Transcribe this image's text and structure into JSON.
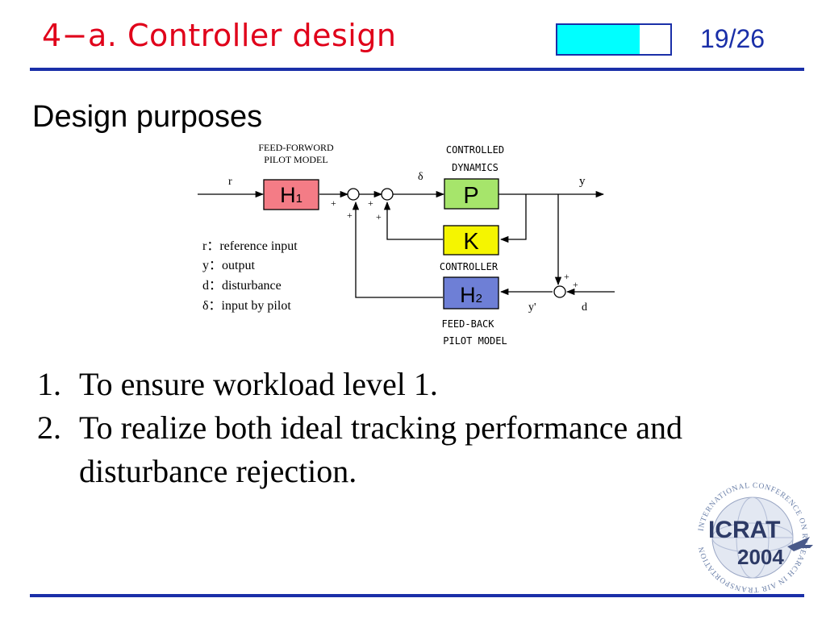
{
  "slide": {
    "title": "4−a. Controller design",
    "page_number": "19/26",
    "progress_fraction": 0.73
  },
  "heading": "Design purposes",
  "diagram": {
    "feedforward_caption_line1": "FEED-FORWORD",
    "feedforward_caption_line2": "PILOT MODEL",
    "controlled_caption_line1": "CONTROLLED",
    "controlled_caption_line2": "DYNAMICS",
    "controller_caption": "CONTROLLER",
    "feedback_caption_line1": "FEED-BACK",
    "feedback_caption_line2": "PILOT MODEL",
    "block_h1": "H1",
    "block_p": "P",
    "block_k": "K",
    "block_h2": "H2",
    "signal_r": "r",
    "signal_delta": "δ",
    "signal_y": "y",
    "signal_y_prime": "y'",
    "signal_d": "d",
    "plus": "+",
    "legend": [
      "r：reference input",
      "y：output",
      "d：disturbance",
      "δ：input by pilot"
    ],
    "colors": {
      "h1": "#f47c86",
      "p": "#a6e56b",
      "k": "#f5f500",
      "h2": "#6e7fd6"
    }
  },
  "purposes": [
    {
      "number": "1.",
      "text": "To ensure workload level 1."
    },
    {
      "number": "2.",
      "text": "To realize both ideal tracking performance and disturbance rejection."
    }
  ],
  "logo": {
    "ring_text": "INTERNATIONAL CONFERENCE ON RESEARCH IN AIR TRANSPORTATION",
    "name": "ICRAT",
    "year": "2004"
  },
  "icons": [
    "summing-junction-icon",
    "globe-icon",
    "airplane-icon"
  ],
  "theme": {
    "title_color": "#e0001a",
    "accent_blue": "#1a2fa8",
    "progress_color": "#00ffff"
  }
}
